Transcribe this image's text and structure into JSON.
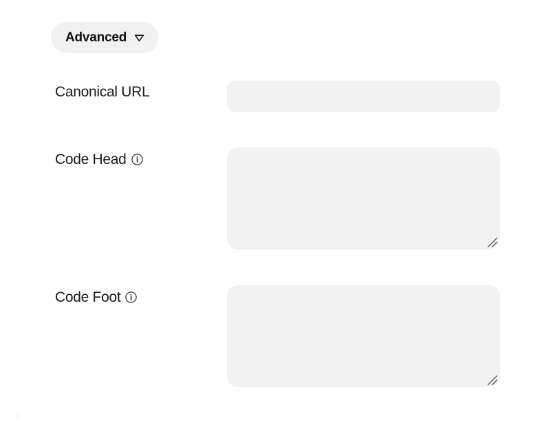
{
  "panel": {
    "background_color": "#ffffff",
    "section": {
      "label": "Advanced",
      "caret_icon": "chevron-down-icon",
      "expanded": true,
      "background_color": "#f1f1f1"
    }
  },
  "fields": [
    {
      "id": "canonical-url",
      "label": "Canonical URL",
      "control": "text-input",
      "value": "",
      "placeholder": "",
      "has_info_icon": false,
      "info_icon": null,
      "background_color": "#f2f2f2",
      "resizable": false
    },
    {
      "id": "code-head",
      "label": "Code Head",
      "control": "textarea",
      "value": "",
      "placeholder": "",
      "has_info_icon": true,
      "info_icon": "info-circle-icon",
      "background_color": "#f2f2f2",
      "resizable": true,
      "resize_handle_icon": "resize-grip-icon"
    },
    {
      "id": "code-foot",
      "label": "Code Foot",
      "control": "textarea",
      "value": "",
      "placeholder": "",
      "has_info_icon": true,
      "info_icon": "info-circle-icon",
      "background_color": "#f2f2f2",
      "resizable": true,
      "resize_handle_icon": "resize-grip-icon"
    }
  ],
  "colors": {
    "text": "#1a1a1a",
    "field_fill": "#f2f2f2",
    "pill_fill": "#f1f1f1",
    "divider": "#fcfcfc"
  }
}
